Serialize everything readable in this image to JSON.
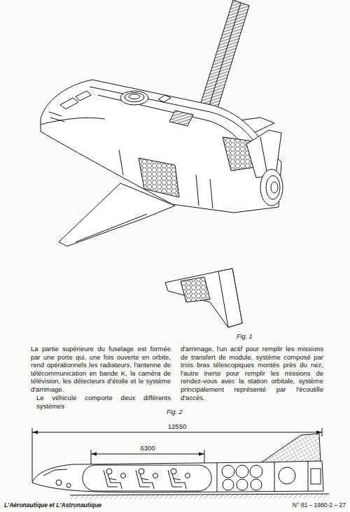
{
  "diagram": {
    "labels": [
      "Fig. 1",
      "La partie supérieure du fuselage est formée par une porte qui, une fois ouverte en orbite, rend opérationnels les radiateurs, l'antenne de télécommunication en bande K, la caméra de télévision, les détecteurs d'étoile et le système d'arrimage.",
      "Le véhicule comporte deux différents systèmes",
      "d'arrimage, l'un actif pour remplir les missions de transfert de module, système composé par trois bras télescopiques montés près du nez, l'autre inerte pour remplir les missions de rendez-vous avec la station orbitale, système principalement représenté par l'écoutille d'accès.",
      "Fig. 2",
      "12550",
      "6300",
      "L'Aéronautique et L'Astronautique",
      "N° 81 – 1980-2 – 27"
    ]
  }
}
